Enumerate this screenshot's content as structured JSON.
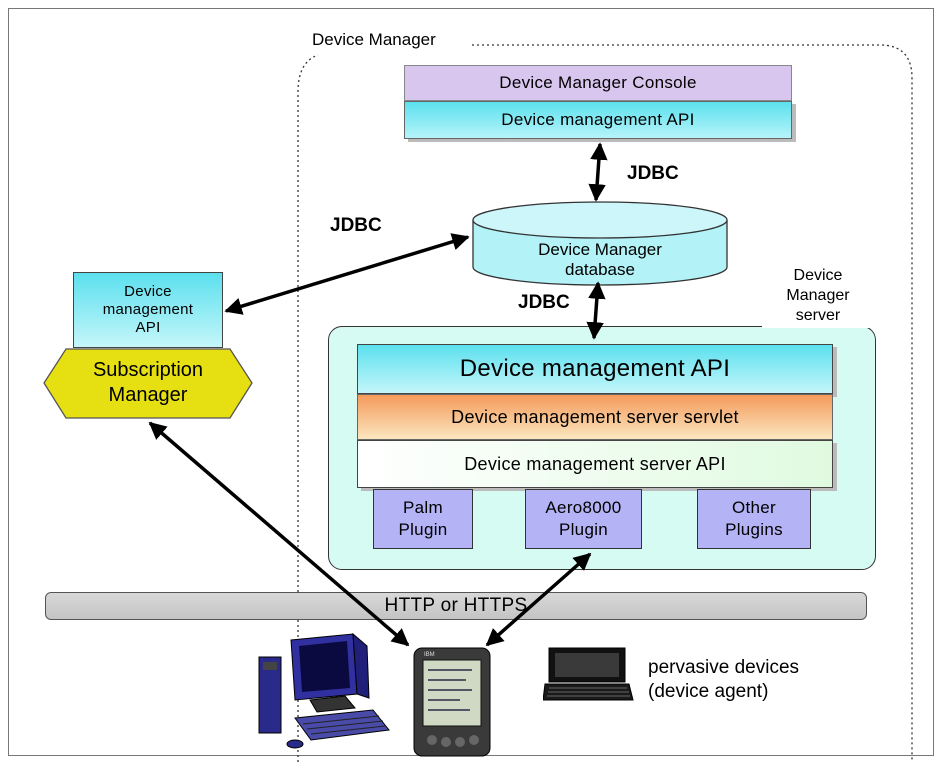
{
  "group_label": "Device Manager",
  "console": {
    "title": "Device Manager Console",
    "api": "Device management API"
  },
  "database": {
    "line1": "Device Manager",
    "line2": "database"
  },
  "jdbc": {
    "console_db": "JDBC",
    "sub_db": "JDBC",
    "db_server": "JDBC"
  },
  "server": {
    "label_line1": "Device",
    "label_line2": "Manager",
    "label_line3": "server",
    "api": "Device management API",
    "servlet": "Device management server servlet",
    "server_api": "Device management server API",
    "plugins": [
      {
        "line1": "Palm",
        "line2": "Plugin"
      },
      {
        "line1": "Aero8000",
        "line2": "Plugin"
      },
      {
        "line1": "Other",
        "line2": "Plugins"
      }
    ]
  },
  "subscription": {
    "api_line1": "Device",
    "api_line2": "management",
    "api_line3": "API",
    "manager_line1": "Subscription",
    "manager_line2": "Manager"
  },
  "network": {
    "label": "HTTP or HTTPS"
  },
  "devices": {
    "caption_line1": "pervasive devices",
    "caption_line2": "(device agent)"
  },
  "colors": {
    "console": "#d9c6ee",
    "cyan": "#7fe8f2",
    "db": "#b3f2f7",
    "server_bg": "#d6fbf3",
    "servlet": "#f8c896",
    "plugin": "#b3b3f5",
    "subscription": "#e6df12"
  }
}
